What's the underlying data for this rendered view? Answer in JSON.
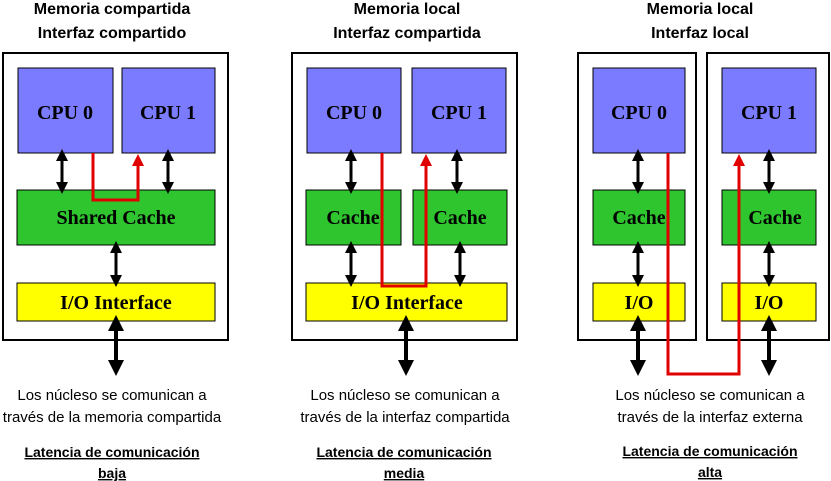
{
  "colors": {
    "cpu": "#7B7BFF",
    "cache": "#2EC52E",
    "io": "#FFFF00",
    "path": "#E00000",
    "arrow": "#000000"
  },
  "panels": [
    {
      "title1": "Memoria compartida",
      "title2": "Interfaz compartido",
      "cpu0": "CPU 0",
      "cpu1": "CPU 1",
      "cache": "Shared Cache",
      "io": "I/O Interface",
      "desc1": "Los núcleso se comunican a",
      "desc2": "través de la memoria compartida",
      "lat1": "Latencia de comunicación",
      "lat2": "baja"
    },
    {
      "title1": "Memoria local",
      "title2": "Interfaz compartida",
      "cpu0": "CPU 0",
      "cpu1": "CPU 1",
      "cache0": "Cache",
      "cache1": "Cache",
      "io": "I/O Interface",
      "desc1": "Los núcleso se comunican a",
      "desc2": "través de la interfaz compartida",
      "lat1": "Latencia de comunicación",
      "lat2": "media"
    },
    {
      "title1": "Memoria local",
      "title2": "Interfaz local",
      "cpu0": "CPU 0",
      "cpu1": "CPU 1",
      "cache0": "Cache",
      "cache1": "Cache",
      "io0": "I/O",
      "io1": "I/O",
      "desc1": "Los núcleso se comunican a",
      "desc2": "través de la interfaz externa",
      "lat1": "Latencia de comunicación",
      "lat2": "alta"
    }
  ]
}
